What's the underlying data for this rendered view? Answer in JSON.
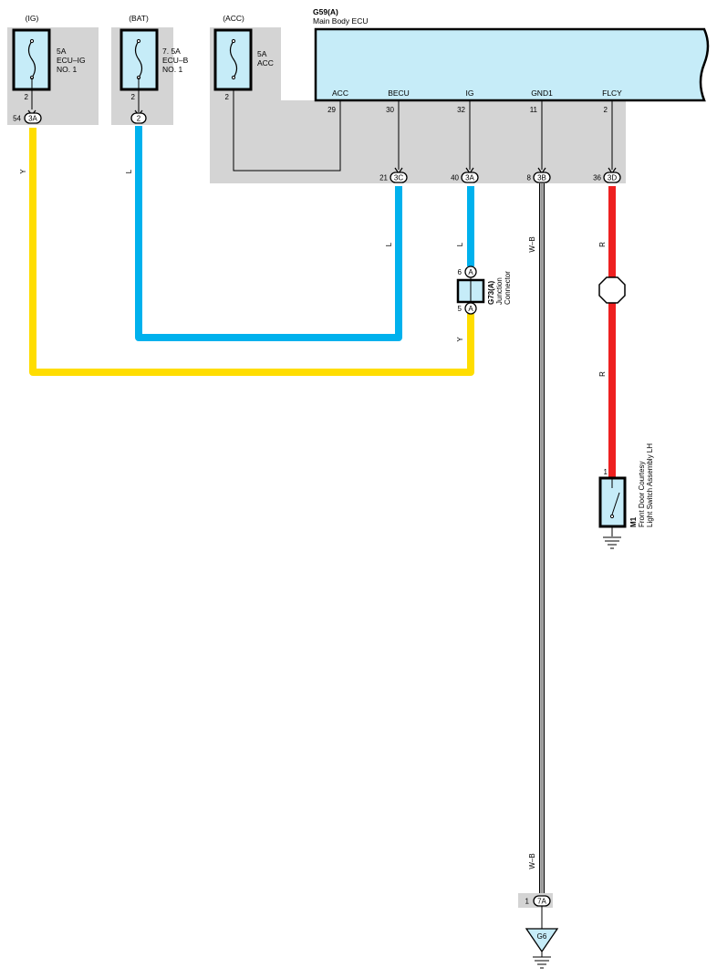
{
  "colors": {
    "panel": "#d4d4d4",
    "ecu_fill": "#c6ecf8",
    "wire_Y": "#ffdd00",
    "wire_L": "#00b1ed",
    "wire_R": "#ee2020",
    "wire_WB": "#ffffff"
  },
  "fuses": [
    {
      "supply": "(IG)",
      "rating": "5A",
      "name_line1": "ECU–IG",
      "name_line2": "NO. 1",
      "pin": "2"
    },
    {
      "supply": "(BAT)",
      "rating": "7. 5A",
      "name_line1": "ECU–B",
      "name_line2": "NO. 1",
      "pin": "2"
    },
    {
      "supply": "(ACC)",
      "rating": "5A",
      "name_line1": "ACC",
      "name_line2": "",
      "pin": "2"
    }
  ],
  "connectors_top": [
    {
      "pin": "54",
      "code": "3A"
    },
    {
      "pin": "",
      "code": "2"
    }
  ],
  "ecu": {
    "code": "G59(A)",
    "name": "Main Body ECU",
    "terminals": [
      {
        "name": "ACC",
        "pin": "29"
      },
      {
        "name": "BECU",
        "pin": "30"
      },
      {
        "name": "IG",
        "pin": "32"
      },
      {
        "name": "GND1",
        "pin": "11"
      },
      {
        "name": "FLCY",
        "pin": "2"
      }
    ],
    "connectors": [
      {
        "pin": "21",
        "code": "3C"
      },
      {
        "pin": "40",
        "code": "3A"
      },
      {
        "pin": "8",
        "code": "3B"
      },
      {
        "pin": "36",
        "code": "3D"
      }
    ]
  },
  "wires": {
    "y_left": "Y",
    "l_bat": "L",
    "l_becu": "L",
    "l_ig": "L",
    "y_jc": "Y",
    "wb_top": "W–B",
    "wb_bottom": "W–B",
    "r_top": "R",
    "r_bottom": "R"
  },
  "junction": {
    "code": "G73(A)",
    "name_line1": "Junction",
    "name_line2": "Connector",
    "pin_top": "6",
    "pin_top_code": "A",
    "pin_bottom": "5",
    "pin_bottom_code": "A"
  },
  "switch": {
    "code": "M1",
    "name_line1": "Front Door Courtesy",
    "name_line2": "Light Switch Assembly LH",
    "pin": "1"
  },
  "ground": {
    "pin": "1",
    "code": "7A",
    "point": "G6"
  }
}
